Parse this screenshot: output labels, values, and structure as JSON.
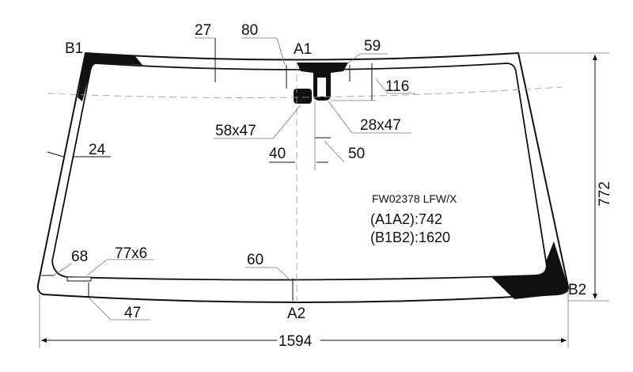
{
  "diagram": {
    "part_code": "FW02378  LFW/X",
    "a1a2": "(A1A2):742",
    "b1b2": "(B1B2):1620",
    "points": {
      "b1": "B1",
      "b2": "B2",
      "a1": "A1",
      "a2": "A2"
    },
    "dimensions": {
      "top_band": "27",
      "sensor_offset": "80",
      "bracket_offset": "59",
      "bracket_depth": "116",
      "sensor_size": "58x47",
      "bracket_size": "28x47",
      "center_left": "40",
      "center_right": "50",
      "side_band": "24",
      "bottom_left": "68",
      "vin_window": "77x6",
      "bottom_band": "60",
      "bottom_left_band": "47",
      "width": "1594",
      "height": "772"
    }
  }
}
